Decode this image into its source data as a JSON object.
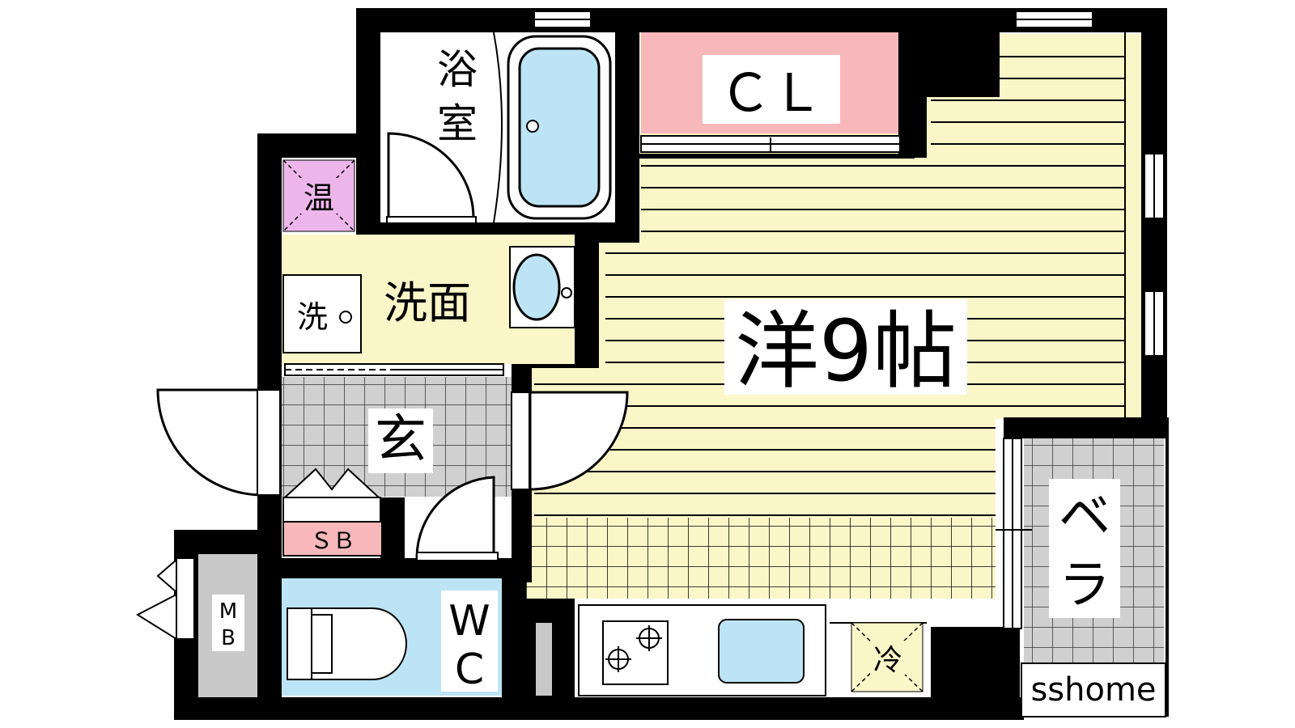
{
  "rooms": {
    "bath": [
      "浴",
      "室"
    ],
    "closet": "ＣＬ",
    "water_heater": "温",
    "washroom": "洗面",
    "washer": "洗",
    "main_room": "洋9帖",
    "entrance": "玄",
    "shoe_box": "ＳＢ",
    "meter_box": [
      "M",
      "B"
    ],
    "toilet": [
      "W",
      "C"
    ],
    "fridge": "冷",
    "balcony": [
      "ベ",
      "ラ"
    ]
  },
  "brand": "sshome",
  "colors": {
    "wall": "#000000",
    "room_floor": "#FAF6C8",
    "floor_line": "#000000",
    "bath_tub": "#BCE4F4",
    "closet": "#F7B7BB",
    "water_heater": "#EDB6EA",
    "toilet": "#BCE4F4",
    "shoe_box": "#F7B7BB",
    "tile": "#D0D0D0",
    "meter_box": "#C8C8C8",
    "sink": "#BCE4F4"
  }
}
